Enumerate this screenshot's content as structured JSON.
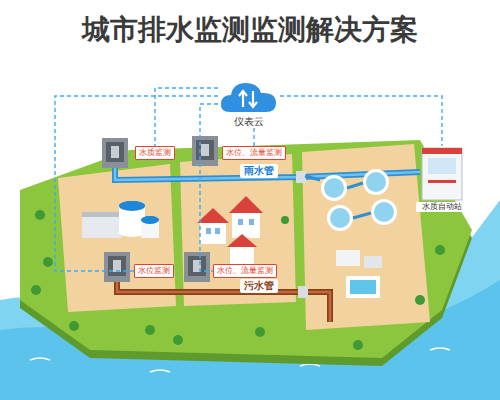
{
  "diagram": {
    "title": "城市排水监测监测解决方案",
    "nodes": [
      {
        "text": [
          "仪表云"
        ]
      },
      {
        "text": [
          "水质监测"
        ]
      },
      {
        "text": [
          "水位、流量监测"
        ]
      },
      {
        "text": [
          "水位监测"
        ]
      },
      {
        "text": [
          "水位、流量监测"
        ]
      },
      {
        "text": [
          "水质自动站"
        ]
      }
    ],
    "edges": [
      {
        "from": 0,
        "to": 1,
        "arrow": "none"
      },
      {
        "from": 0,
        "to": 2,
        "arrow": "none"
      },
      {
        "from": 0,
        "to": 3,
        "arrow": "none"
      },
      {
        "from": 0,
        "to": 4,
        "arrow": "none"
      },
      {
        "from": 0,
        "to": 5,
        "arrow": "none"
      }
    ],
    "labels": [
      "雨水管",
      "污水管"
    ]
  }
}
